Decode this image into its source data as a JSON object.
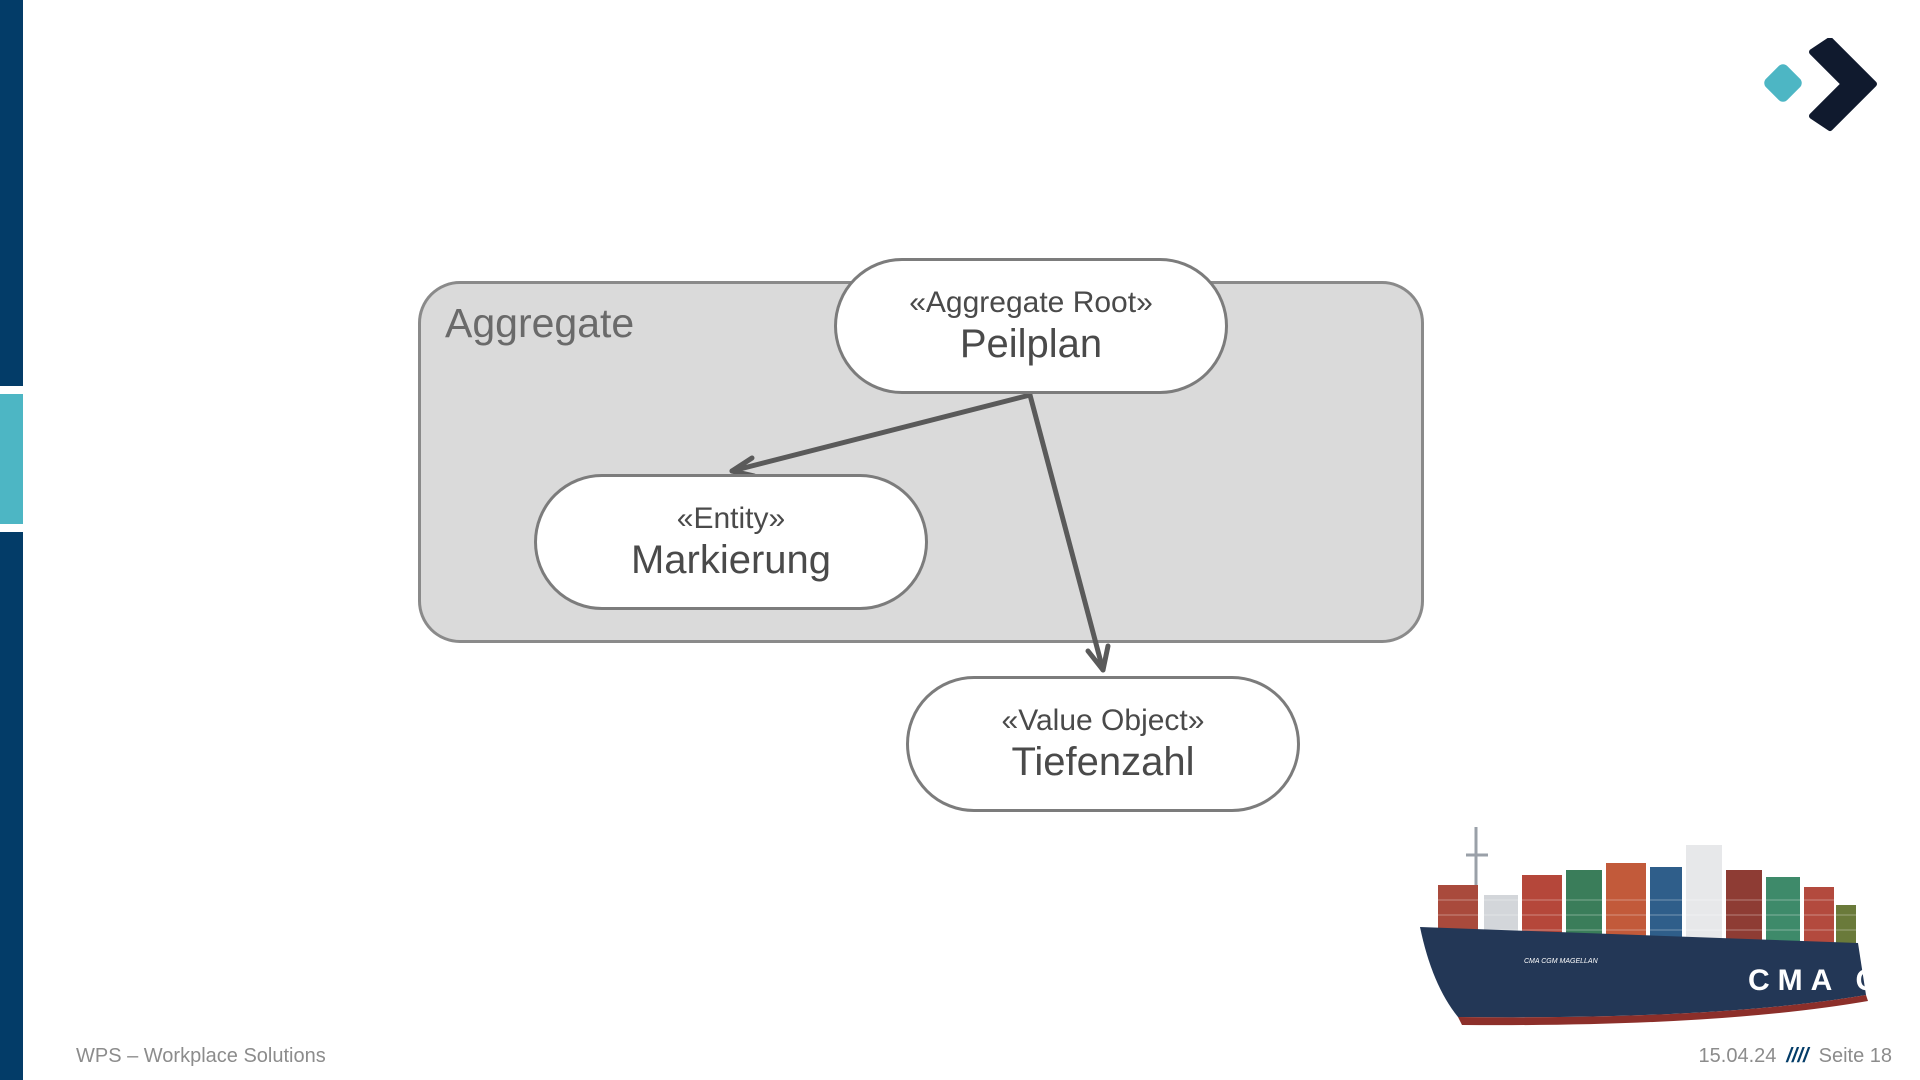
{
  "diagram": {
    "container_label": "Aggregate",
    "nodes": {
      "root": {
        "stereotype": "«Aggregate Root»",
        "name": "Peilplan"
      },
      "entity": {
        "stereotype": "«Entity»",
        "name": "Markierung"
      },
      "value": {
        "stereotype": "«Value Object»",
        "name": "Tiefenzahl"
      }
    },
    "edges": [
      {
        "from": "Peilplan",
        "to": "Markierung"
      },
      {
        "from": "Peilplan",
        "to": "Tiefenzahl"
      }
    ]
  },
  "ship": {
    "hull_text": "CMA CGM",
    "name_text": "CMA CGM MAGELLAN"
  },
  "footer": {
    "company": "WPS – Workplace Solutions",
    "date": "15.04.24",
    "separator": "////",
    "page": "Seite 18"
  },
  "colors": {
    "brand_dark": "#033c68",
    "brand_accent": "#4db6c4",
    "logo_dark": "#101a2e",
    "container_fill": "#dadada"
  }
}
